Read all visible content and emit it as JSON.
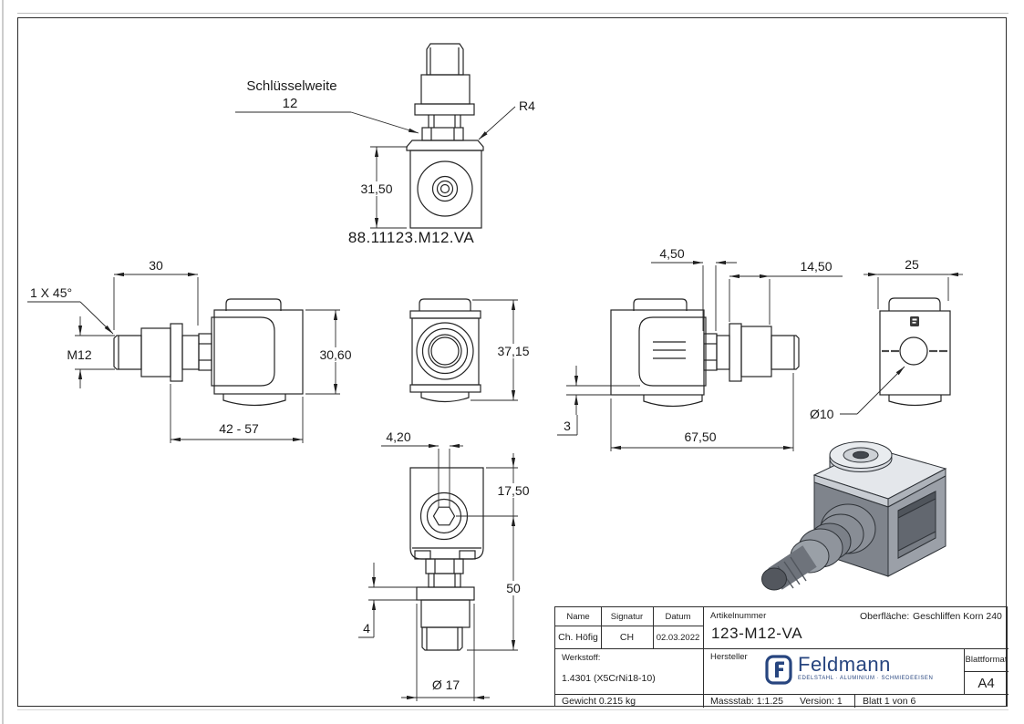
{
  "drawing": {
    "caption": "88.11123.M12.VA",
    "labels": {
      "schluesselweite_line1": "Schlüsselweite",
      "schluesselweite_line2": "12",
      "radius": "R4",
      "block_height": "31,50",
      "thread_length": "30",
      "chamfer": "1 X 45°",
      "thread_size": "M12",
      "side_height": "30,60",
      "clamp_range": "42 - 57",
      "front_height": "37,15",
      "step_gap": "4,50",
      "bolt_section": "14,50",
      "wall": "3",
      "total_length": "67,50",
      "block_width": "25",
      "hole_dia": "Ø10",
      "hex_socket": "4,20",
      "hole_offset": "17,50",
      "bolt_length": "50",
      "flange_thickness": "4",
      "flange_dia": "Ø 17"
    }
  },
  "title_block": {
    "name_label": "Name",
    "signatur_label": "Signatur",
    "datum_label": "Datum",
    "name_value": "Ch. Höfig",
    "signatur_value": "CH",
    "datum_value": "02.03.2022",
    "artikelnummer_label": "Artikelnummer",
    "artikelnummer_value": "123-M12-VA",
    "oberflaeche_label": "Oberfläche:",
    "oberflaeche_value": "Geschliffen Korn 240",
    "werkstoff_label": "Werkstoff:",
    "werkstoff_value": "1.4301 (X5CrNi18-10)",
    "hersteller_label": "Hersteller",
    "blattformat_label": "Blattformat",
    "blattformat_value": "A4",
    "gewicht": "Gewicht 0.215 kg",
    "massstab": "Massstab: 1:1.25",
    "version": "Version: 1",
    "blatt": "Blatt 1 von 6"
  },
  "logo": {
    "mark": "F",
    "name": "Feldmann",
    "tagline": "EDELSTAHL · ALUMINIUM · SCHMIEDEEISEN"
  },
  "colors": {
    "line": "#242424",
    "logo_navy": "#27457f",
    "shade_light": "#e4e7eb",
    "shade_mid": "#9ba0a8",
    "shade_dark": "#62676f"
  }
}
